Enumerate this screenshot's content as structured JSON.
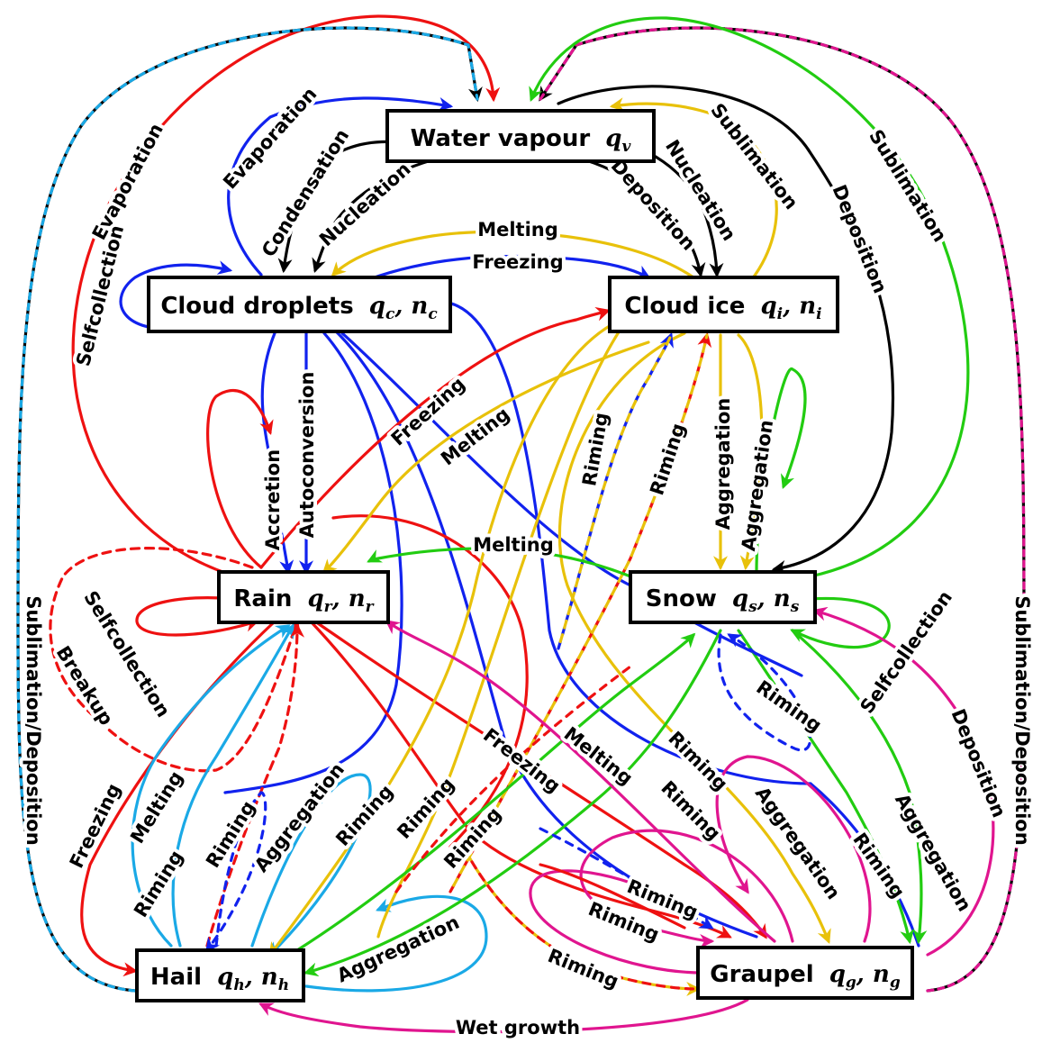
{
  "colors": {
    "red": "#ee1111",
    "blue": "#1122ee",
    "black": "#000000",
    "yellow": "#e8c10a",
    "green": "#22cc11",
    "cyan": "#1aa9e6",
    "magenta": "#e0158f"
  },
  "nodes": {
    "vapour": {
      "label": "Water vapour",
      "sym": "q",
      "sub": "v",
      "n": ""
    },
    "cloud": {
      "label": "Cloud droplets",
      "sym": "q",
      "sub": "c",
      "n": "c"
    },
    "ice": {
      "label": "Cloud ice",
      "sym": "q",
      "sub": "i",
      "n": "i"
    },
    "rain": {
      "label": "Rain",
      "sym": "q",
      "sub": "r",
      "n": "r"
    },
    "snow": {
      "label": "Snow",
      "sym": "q",
      "sub": "s",
      "n": "s"
    },
    "hail": {
      "label": "Hail",
      "sym": "q",
      "sub": "h",
      "n": "h"
    },
    "graupel": {
      "label": "Graupel",
      "sym": "q",
      "sub": "g",
      "n": "g"
    }
  },
  "edge_labels": {
    "evaporation": "Evaporation",
    "condensation": "Condensation",
    "nucleation": "Nucleation",
    "deposition": "Deposition",
    "sublimation": "Sublimation",
    "melting": "Melting",
    "freezing": "Freezing",
    "selfcollection": "Selfcollection",
    "accretion": "Accretion",
    "autoconversion": "Autoconversion",
    "riming": "Riming",
    "aggregation": "Aggregation",
    "breakup": "Breakup",
    "sublimation_deposition": "Sublimation/Deposition",
    "wet_growth": "Wet growth"
  }
}
